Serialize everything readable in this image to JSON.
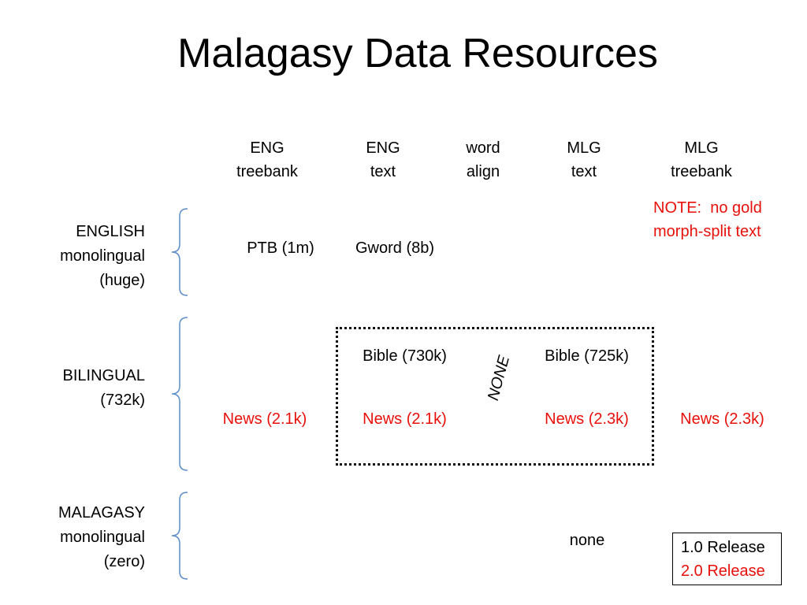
{
  "slide": {
    "title": "Malagasy Data Resources"
  },
  "columns": [
    {
      "line1": "ENG",
      "line2": "treebank"
    },
    {
      "line1": "ENG",
      "line2": "text"
    },
    {
      "line1": "word",
      "line2": "align"
    },
    {
      "line1": "MLG",
      "line2": "text"
    },
    {
      "line1": "MLG",
      "line2": "treebank"
    }
  ],
  "rows": [
    {
      "line1": "ENGLISH",
      "line2": "monolingual",
      "line3": "(huge)"
    },
    {
      "line1": "BILINGUAL",
      "line2": "(732k)"
    },
    {
      "line1": "MALAGASY",
      "line2": "monolingual",
      "line3": "(zero)"
    }
  ],
  "note": {
    "line1": "NOTE:  no gold",
    "line2": "morph-split text"
  },
  "cells": {
    "ptb": "PTB (1m)",
    "gword": "Gword (8b)",
    "bible_eng": "Bible (730k)",
    "bible_mlg": "Bible (725k)",
    "none_rotated": "NONE",
    "news_eng_treebank": "News (2.1k)",
    "news_eng_text": "News (2.1k)",
    "news_mlg_text": "News (2.3k)",
    "news_mlg_treebank": "News (2.3k)",
    "mlg_none": "none"
  },
  "legend": {
    "release_1": "1.0 Release",
    "release_2": "2.0 Release"
  },
  "colors": {
    "text": "#000000",
    "highlight_red": "#e8100a",
    "brace_blue": "#5b8ec9"
  }
}
